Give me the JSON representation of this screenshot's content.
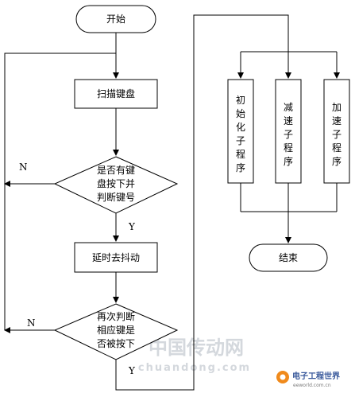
{
  "flowchart": {
    "start": "开始",
    "scan_keyboard": "扫描键盘",
    "decision1": [
      "是否有键",
      "盘按下并",
      "判断键号"
    ],
    "debounce": "延时去抖动",
    "decision2": [
      "再次判断",
      "相应键是",
      "否被按下"
    ],
    "yes": "Y",
    "no": "N",
    "subroutines": [
      {
        "chars": [
          "初",
          "始",
          "化",
          "子",
          "程",
          "序"
        ]
      },
      {
        "chars": [
          "减",
          "速",
          "子",
          "程",
          "序"
        ]
      },
      {
        "chars": [
          "加",
          "速",
          "子",
          "程",
          "序"
        ]
      }
    ],
    "end": "结束"
  },
  "watermark": {
    "cn": "中国传动网",
    "en": "chuandong.com"
  },
  "logo": {
    "title": "电子工程世界",
    "site": "eeworld.com.cn"
  }
}
